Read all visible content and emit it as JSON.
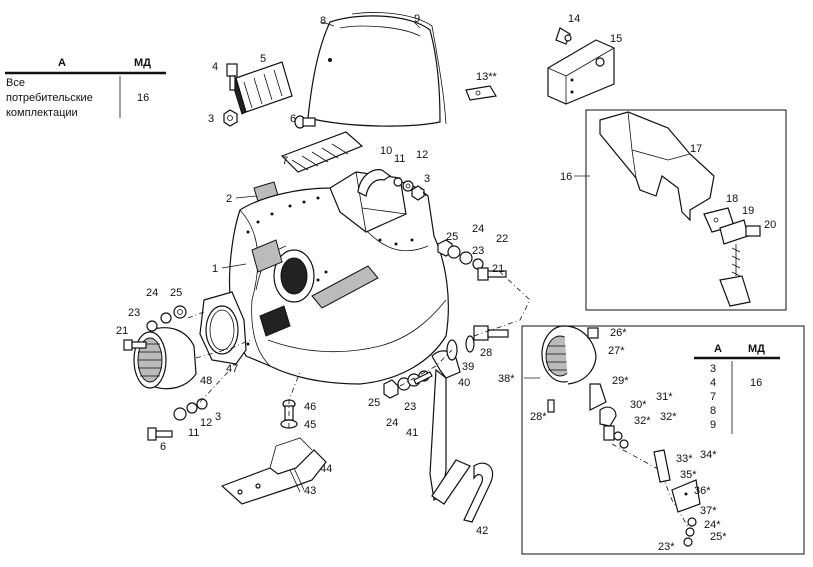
{
  "table_main": {
    "col_a": "А",
    "col_md": "МД",
    "row_a_line1": "Все",
    "row_a_line2": "потребительские",
    "row_a_line3": "комплектации",
    "row_md": "16"
  },
  "table_inset": {
    "col_a": "А",
    "col_md": "МД",
    "rows_a": [
      "3",
      "4",
      "7",
      "8",
      "9"
    ],
    "row_md": "16"
  },
  "callouts": {
    "c1": "1",
    "c2": "2",
    "c3a": "3",
    "c3b": "3",
    "c3c": "3",
    "c4": "4",
    "c5": "5",
    "c6a": "6",
    "c6b": "6",
    "c7": "7",
    "c8": "8",
    "c9": "9",
    "c10": "10",
    "c11a": "11",
    "c11b": "11",
    "c12a": "12",
    "c12b": "12",
    "c13": "13**",
    "c14": "14",
    "c15": "15",
    "c16": "16",
    "c17": "17",
    "c18": "18",
    "c19": "19",
    "c20": "20",
    "c21a": "21",
    "c21b": "21",
    "c22": "22",
    "c23a": "23",
    "c23b": "23",
    "c23c": "23",
    "c23d": "23*",
    "c24a": "24",
    "c24b": "24",
    "c24c": "24",
    "c24d": "24*",
    "c25a": "25",
    "c25b": "25",
    "c25c": "25",
    "c25d": "25*",
    "c26": "26*",
    "c27": "27*",
    "c28": "28",
    "c28s": "28*",
    "c29": "29*",
    "c30": "30*",
    "c31": "31*",
    "c32a": "32*",
    "c32b": "32*",
    "c33": "33*",
    "c34": "34*",
    "c35": "35*",
    "c36": "36*",
    "c37": "37*",
    "c38": "38*",
    "c39": "39",
    "c40": "40",
    "c41": "41",
    "c42": "42",
    "c43": "43",
    "c44": "44",
    "c45": "45",
    "c46": "46",
    "c47": "47",
    "c48": "48"
  }
}
